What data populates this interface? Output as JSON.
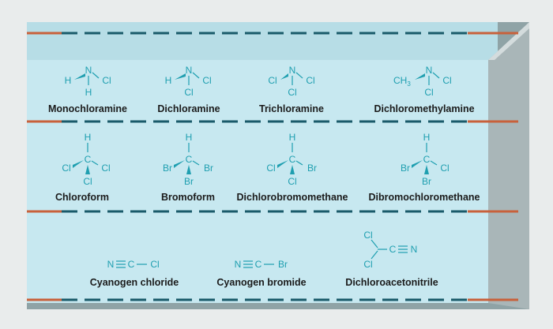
{
  "colors": {
    "background": "#e9ecec",
    "tank_back": "#b7dde6",
    "tank_inner": "#c7e8f0",
    "tank_frame": "#8fa3a6",
    "tank_side": "#a9b6b8",
    "structure": "#1f9fb0",
    "shelf_dash": "#1a5a6a",
    "shelf_end": "#c8613b",
    "label_text": "#1b1b1b"
  },
  "compounds": [
    {
      "name": "Monochloramine",
      "structure": [
        "H",
        "N",
        "Cl",
        "H"
      ]
    },
    {
      "name": "Dichloramine",
      "structure": [
        "H",
        "N",
        "Cl",
        "Cl"
      ]
    },
    {
      "name": "Trichloramine",
      "structure": [
        "Cl",
        "N",
        "Cl",
        "Cl"
      ]
    },
    {
      "name": "Dichloromethylamine",
      "structure": [
        "CH",
        "3",
        "N",
        "Cl",
        "Cl"
      ]
    },
    {
      "name": "Chloroform",
      "structure": [
        "H",
        "C",
        "Cl",
        "Cl",
        "Cl"
      ]
    },
    {
      "name": "Bromoform",
      "structure": [
        "H",
        "C",
        "Br",
        "Br",
        "Br"
      ]
    },
    {
      "name": "Dichlorobromomethane",
      "structure": [
        "H",
        "C",
        "Cl",
        "Br",
        "Cl"
      ]
    },
    {
      "name": "Dibromochloromethane",
      "structure": [
        "H",
        "C",
        "Br",
        "Cl",
        "Br"
      ]
    },
    {
      "name": "Cyanogen chloride",
      "structure": [
        "N",
        "C",
        "Cl"
      ]
    },
    {
      "name": "Cyanogen bromide",
      "structure": [
        "N",
        "C",
        "Br"
      ]
    },
    {
      "name": "Dichloroacetonitrile",
      "structure": [
        "Cl",
        "Cl",
        "C",
        "N"
      ]
    }
  ]
}
